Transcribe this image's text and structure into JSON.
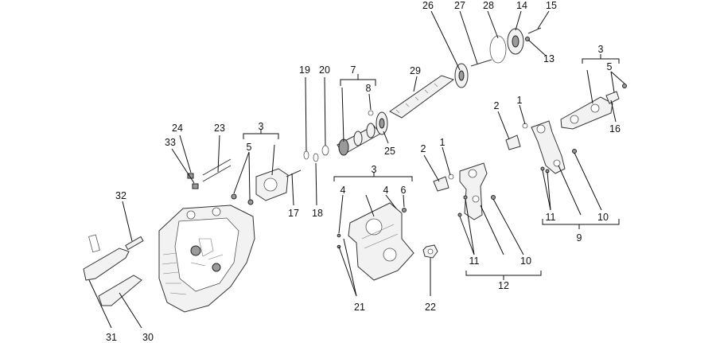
{
  "diagram": {
    "labels": [
      "1",
      "2",
      "3",
      "4",
      "5",
      "6",
      "7",
      "8",
      "9",
      "10",
      "11",
      "12",
      "13",
      "14",
      "15",
      "16",
      "17",
      "18",
      "19",
      "20",
      "21",
      "22",
      "23",
      "24",
      "25",
      "26",
      "27",
      "28",
      "29",
      "30",
      "31",
      "32",
      "33"
    ]
  },
  "colors": {
    "line": "#111111",
    "part_fill": "#f2f2f2",
    "part_shade": "#9a9a9a"
  }
}
